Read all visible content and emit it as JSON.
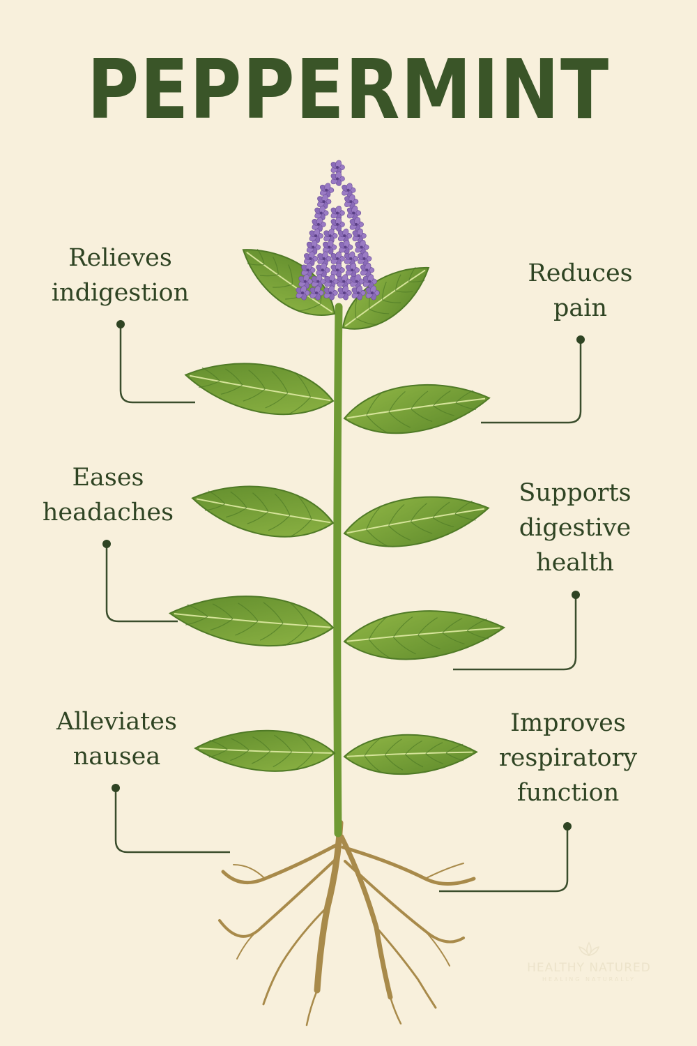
{
  "title": "PEPPERMINT",
  "colors": {
    "background": "#f8f0dc",
    "title": "#3a5528",
    "leaf": "#7fa63a",
    "leaf_dark": "#4f7a26",
    "stem": "#6f9a34",
    "flower": "#9a7bc4",
    "root": "#a88a4a",
    "connector": "#3a4d2c"
  },
  "benefits": {
    "left": [
      {
        "lines": [
          "Relieves",
          "indigestion"
        ]
      },
      {
        "lines": [
          "Eases",
          "headaches"
        ]
      },
      {
        "lines": [
          "Alleviates",
          "nausea"
        ]
      }
    ],
    "right": [
      {
        "lines": [
          "Reduces",
          "pain"
        ]
      },
      {
        "lines": [
          "Supports",
          "digestive",
          "health"
        ]
      },
      {
        "lines": [
          "Improves",
          "respiratory",
          "function"
        ]
      }
    ]
  },
  "watermark": {
    "brand": "HEALTHY NATURED",
    "tagline": "HEALING NATURALLY",
    "icon": "lotus-icon"
  }
}
